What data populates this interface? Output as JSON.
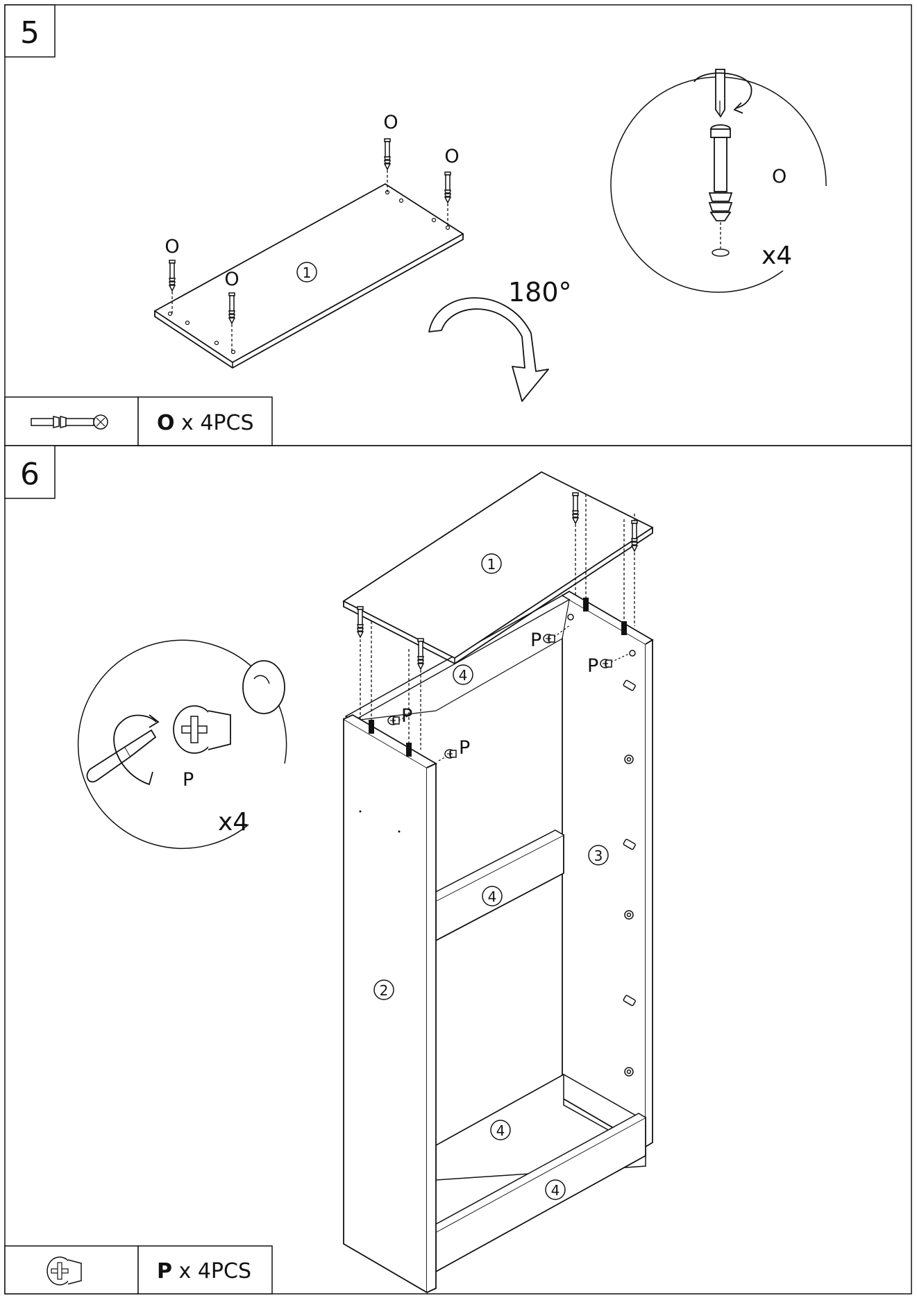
{
  "step5": {
    "number": "5",
    "part_label": "1",
    "cam_bolt_letter": "O",
    "detail_letter": "O",
    "detail_quantity": "x4",
    "rotation": "180°",
    "hardware": {
      "code": "O",
      "suffix": " x 4PCS"
    }
  },
  "step6": {
    "number": "6",
    "parts": {
      "top": "1",
      "left_side": "2",
      "right_side": "3",
      "shelf": "4"
    },
    "cam_lock_letter": "P",
    "detail_letter": "P",
    "detail_quantity": "x4",
    "hardware": {
      "code": "P",
      "suffix": " x 4PCS"
    }
  }
}
